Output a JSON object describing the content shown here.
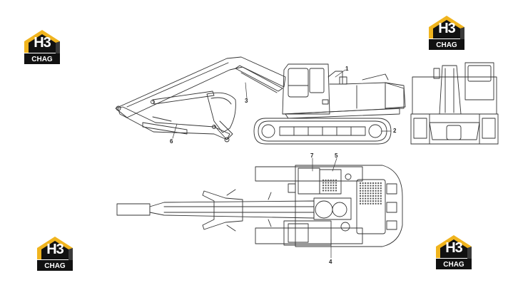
{
  "logo": {
    "mark": "H3",
    "text": "CHAG",
    "colors": {
      "roof": "#f0b41e",
      "dark": "#111111",
      "mid": "#3a3a3a"
    }
  },
  "callouts": [
    "1",
    "2",
    "3",
    "4",
    "5",
    "6",
    "7"
  ],
  "line_color": "#333333"
}
